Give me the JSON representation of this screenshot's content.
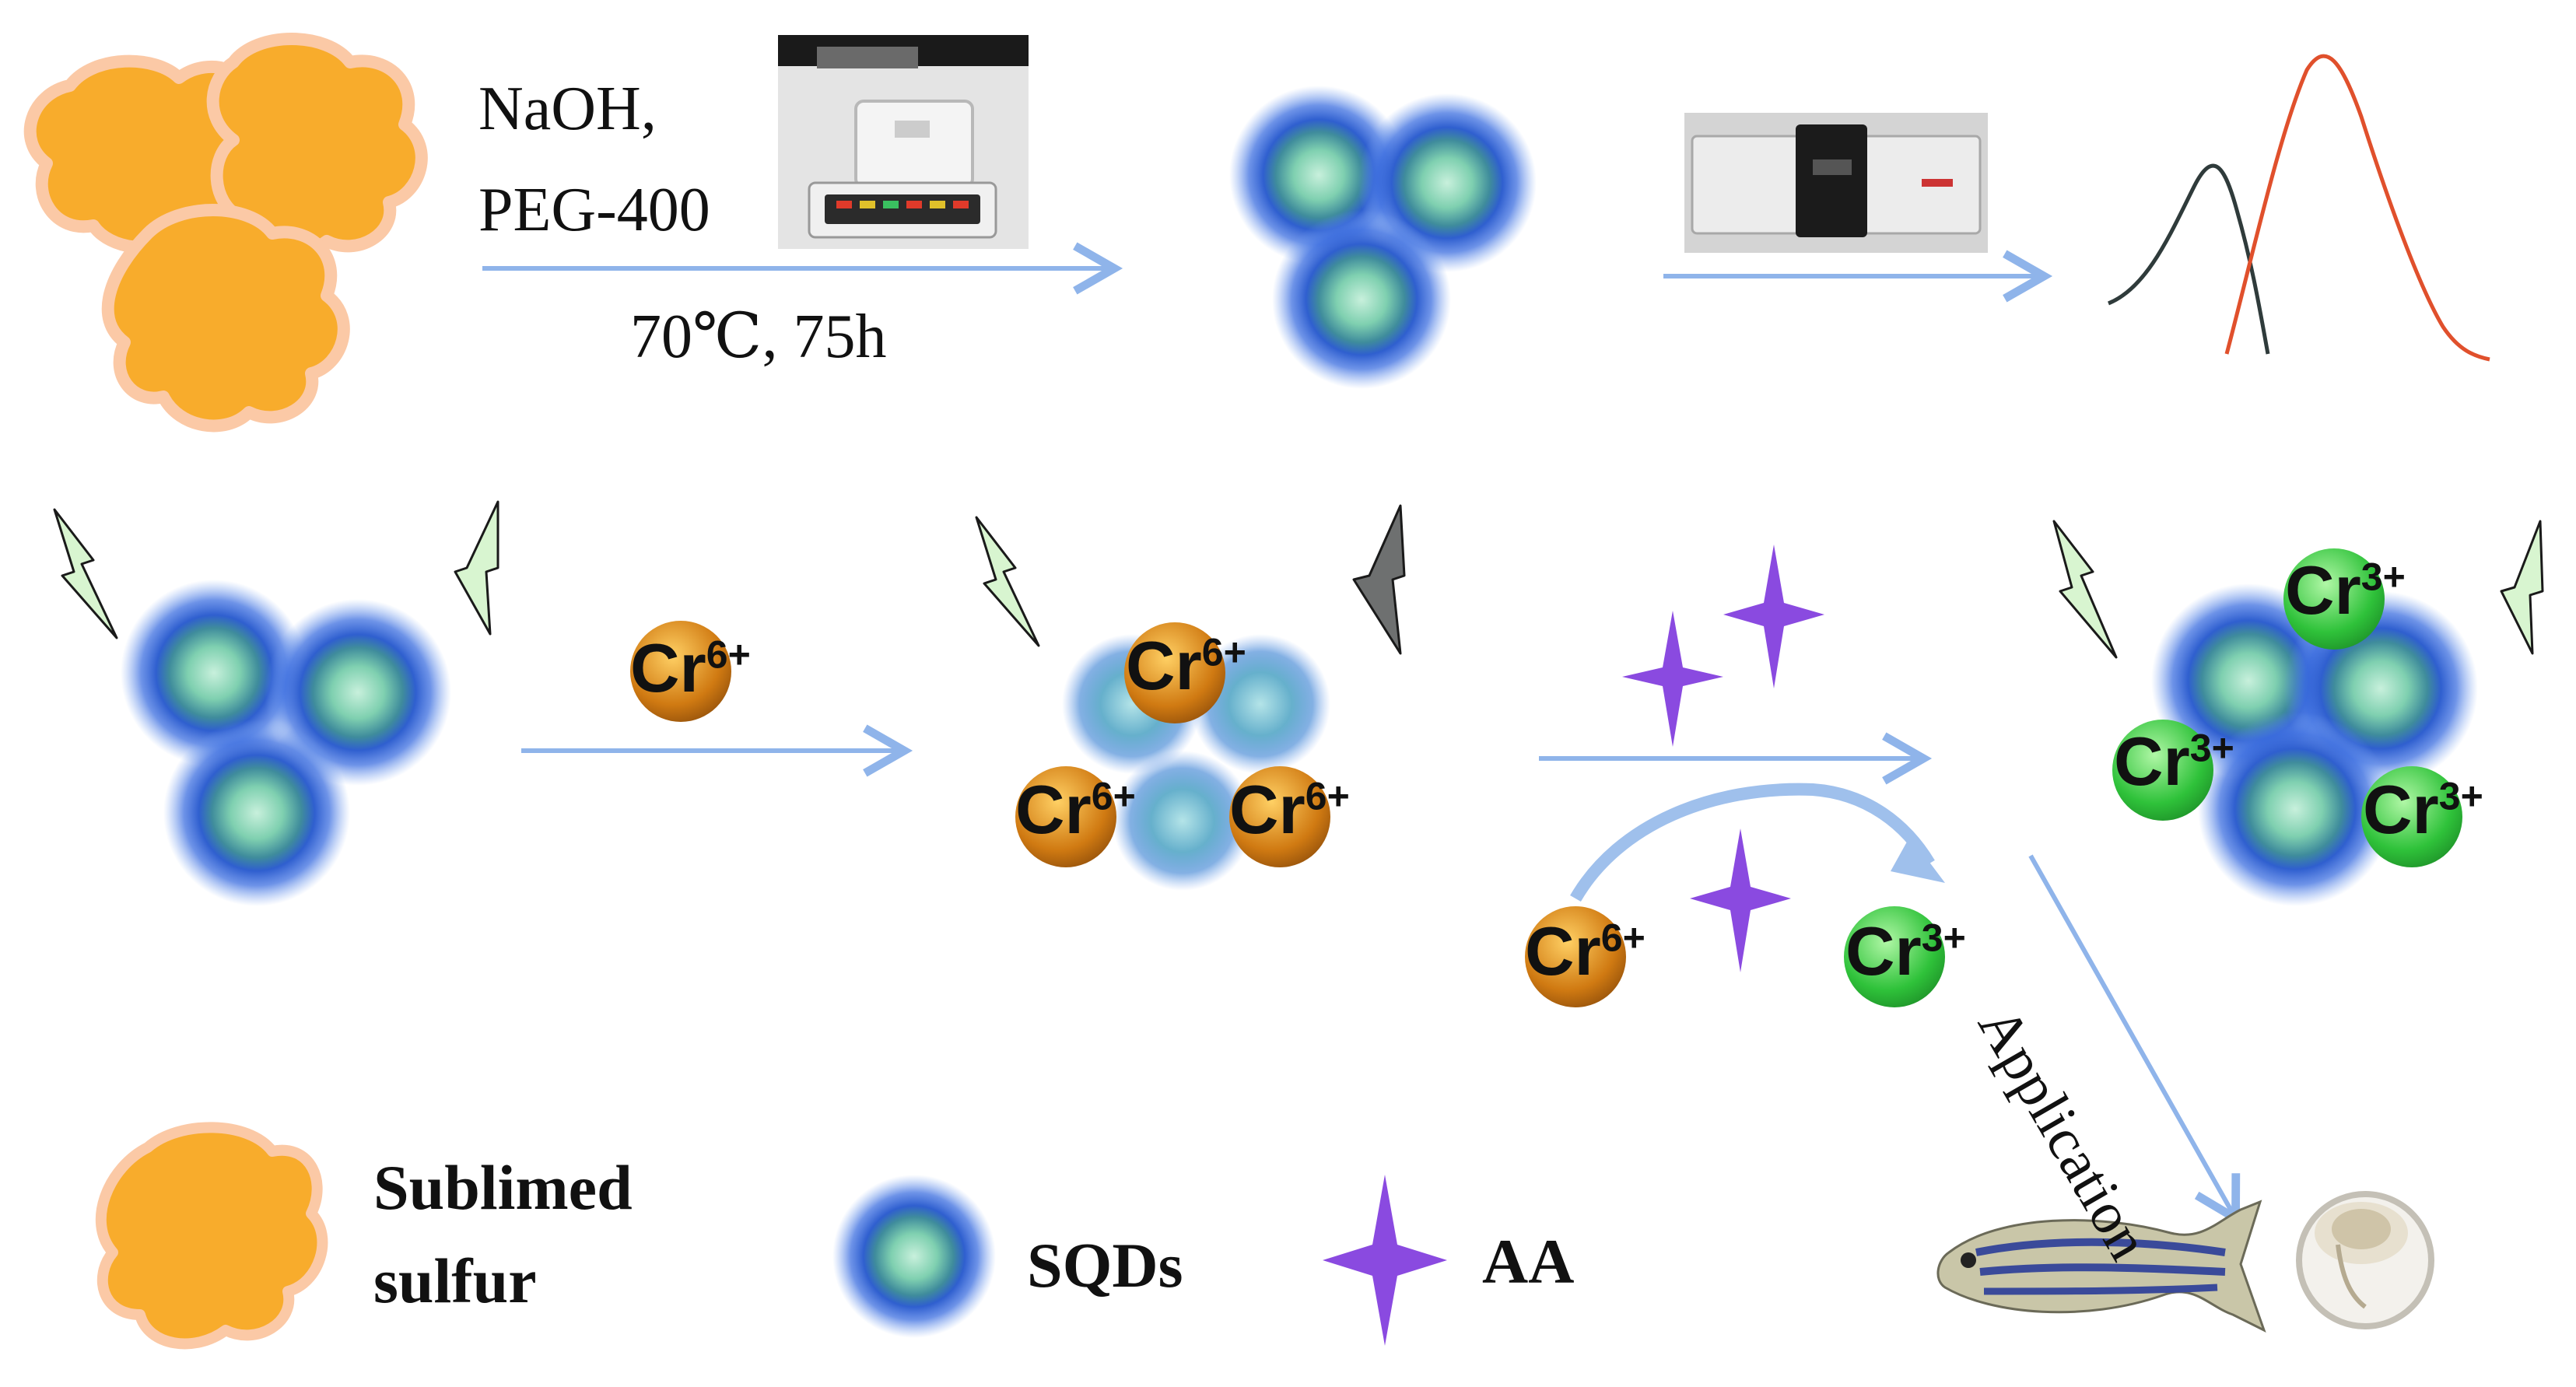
{
  "synthesis": {
    "reagent_line1": "NaOH,",
    "reagent_line2": "PEG-400",
    "conditions": "70℃, 75h"
  },
  "ions": {
    "cr6_symbol": "Cr",
    "cr6_charge": "6+",
    "cr3_symbol": "Cr",
    "cr3_charge": "3+"
  },
  "application_label": "Application",
  "legend": {
    "sulfur_line1": "Sublimed",
    "sulfur_line2": "sulfur",
    "sqds": "SQDs",
    "aa": "AA"
  },
  "colors": {
    "sulfur": "#f8ac2c",
    "qd_halo": "#3d6fe0",
    "qd_core": "#7fd0b0",
    "cr6": "#c46a10",
    "cr3": "#2fc23a",
    "aa_star": "#8a4ae0",
    "arrow": "#8fb4ea",
    "excitation_curve": "#2f3b3b",
    "emission_curve": "#e0502c",
    "lightning": "#d8f5d0"
  }
}
